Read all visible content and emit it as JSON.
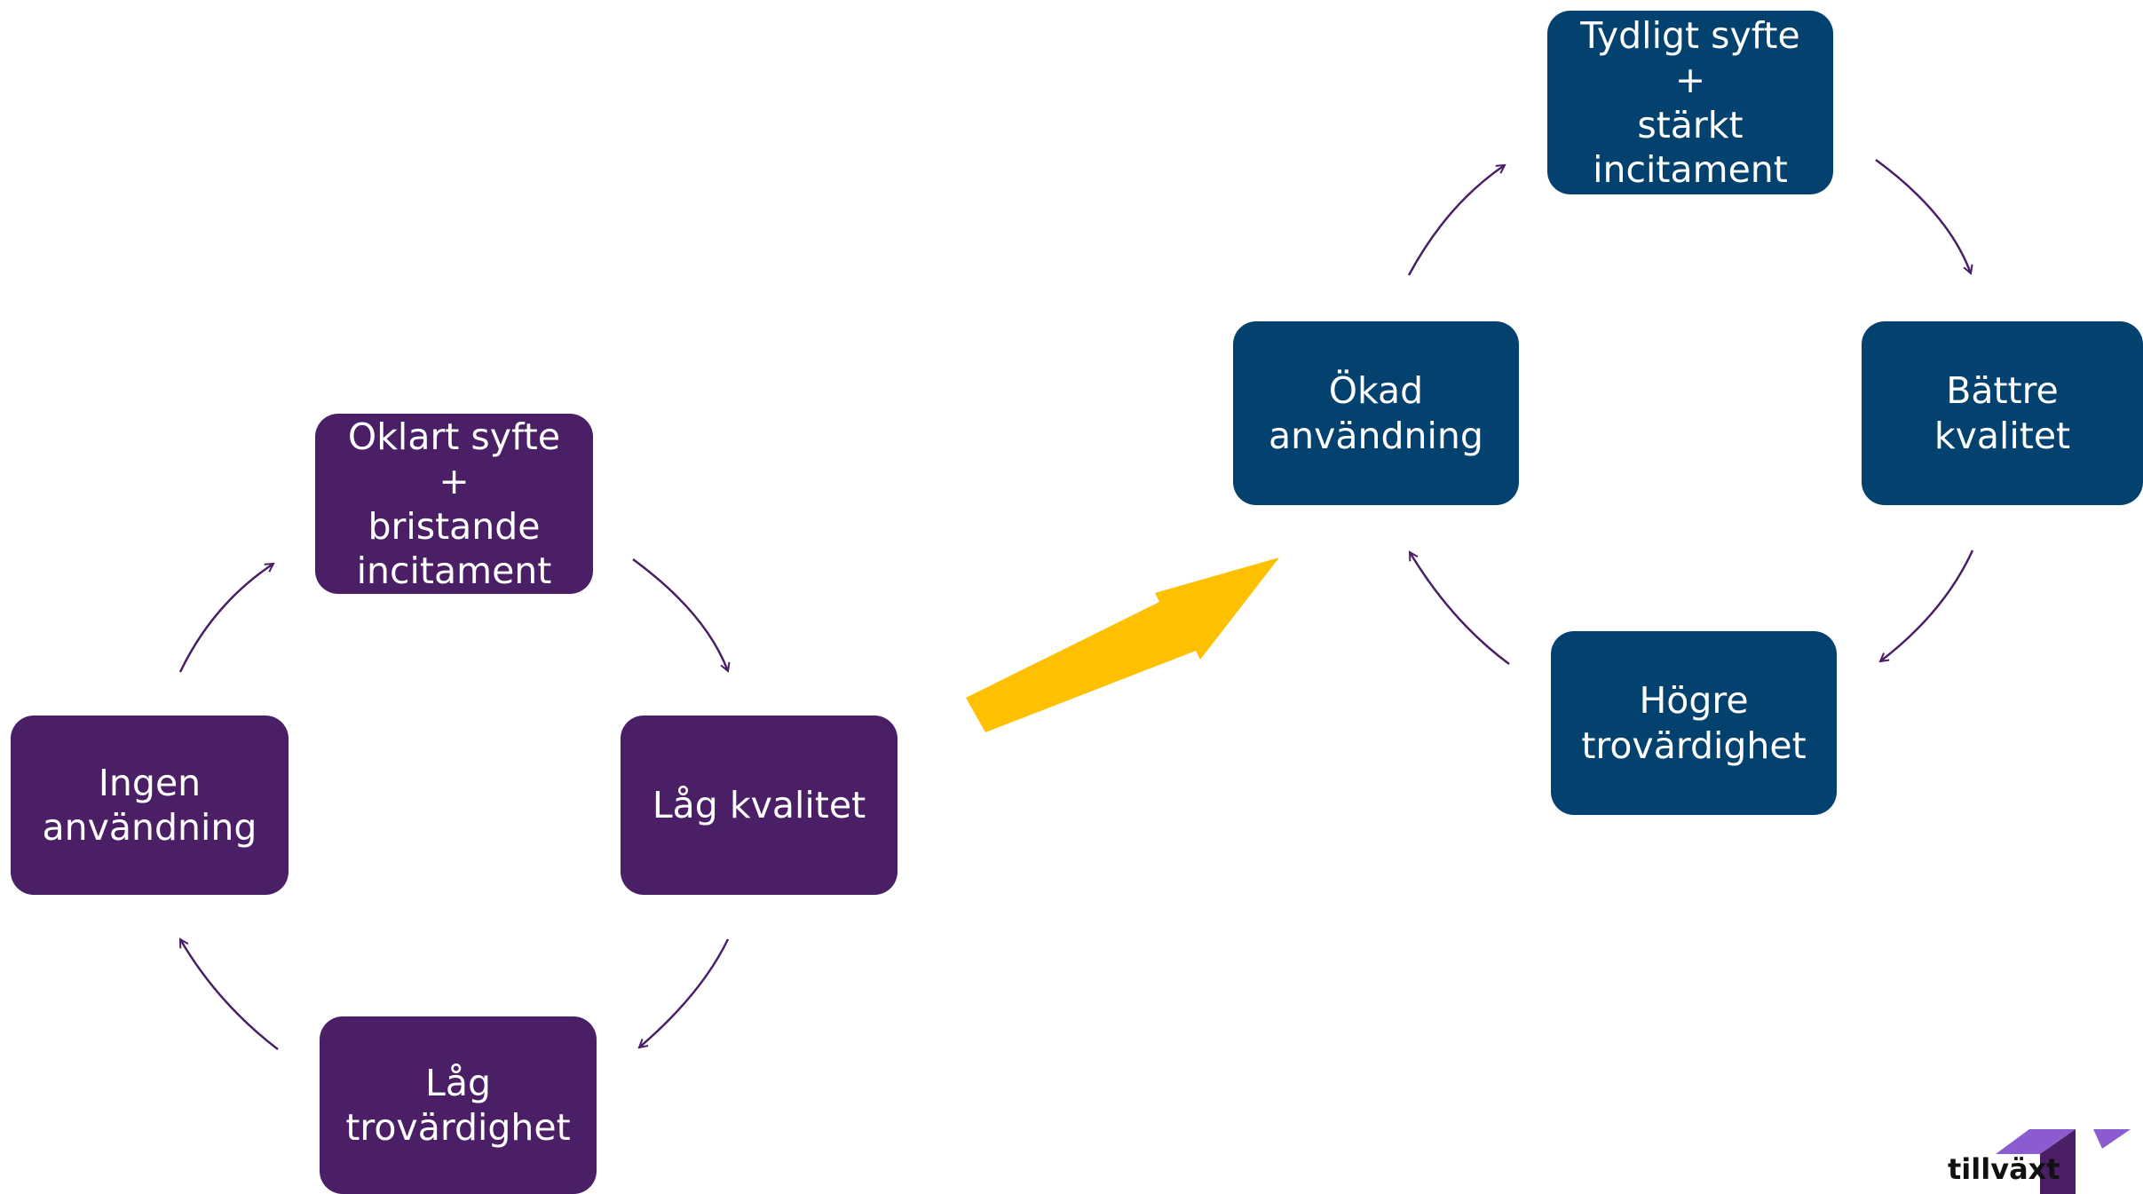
{
  "left_cycle": {
    "top": "Oklart syfte +\nbristande\nincitament",
    "right": "Låg kvalitet",
    "bottom": "Låg\ntrovärdighet",
    "left": "Ingen\nanvändning"
  },
  "right_cycle": {
    "top": "Tydligt syfte +\nstärkt\nincitament",
    "right": "Bättre kvalitet",
    "bottom": "Högre\ntrovärdighet",
    "left": "Ökad\nanvändning"
  },
  "colors": {
    "left_boxes": "#4a1f66",
    "right_boxes": "#03426f",
    "cycle_arrows": "#4a1f66",
    "transition_arrow": "#ffc000",
    "logo_purple": "#6a3db0"
  },
  "logo": {
    "text": "tillväxt"
  }
}
